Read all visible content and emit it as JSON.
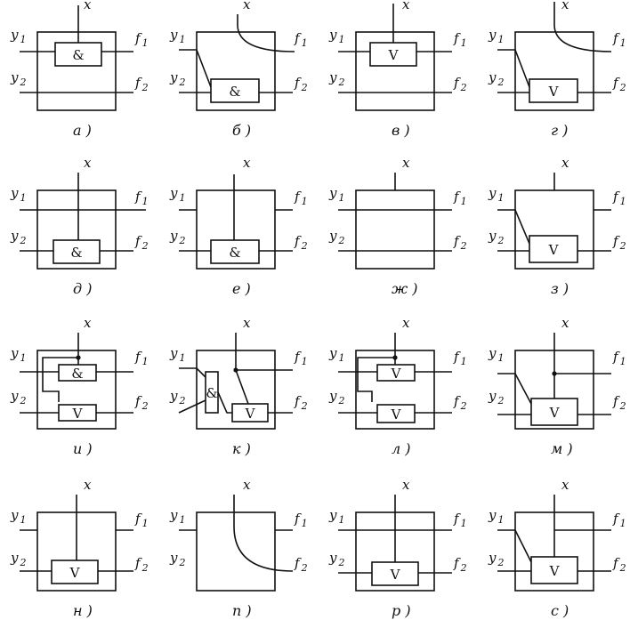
{
  "labels": {
    "x": "x",
    "y1": "y",
    "y1_sub": "1",
    "y2": "y",
    "y2_sub": "2",
    "f1": "f",
    "f1_sub": "1",
    "f2": "f",
    "f2_sub": "2"
  },
  "gates": {
    "and": "&",
    "or": "V"
  },
  "captions": [
    "а )",
    "б )",
    "в )",
    "г )",
    "д )",
    "е )",
    "ж )",
    "з )",
    "и )",
    "к )",
    "л )",
    "м )",
    "н )",
    "п )",
    "р )",
    "с )"
  ]
}
